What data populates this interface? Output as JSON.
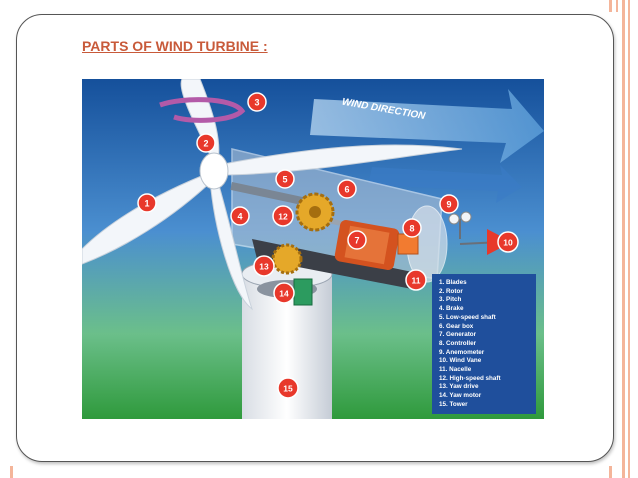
{
  "slide": {
    "title": "PARTS OF WIND TURBINE :"
  },
  "diagram": {
    "wind_arrow_text": "WIND DIRECTION",
    "callouts": [
      "1",
      "2",
      "3",
      "4",
      "5",
      "6",
      "7",
      "8",
      "9",
      "10",
      "11",
      "12",
      "13",
      "14",
      "15"
    ],
    "legend": [
      "1. Blades",
      "2. Rotor",
      "3. Pitch",
      "4. Brake",
      "5. Low-speed shaft",
      "6. Gear box",
      "7. Generator",
      "8. Controller",
      "9. Anemometer",
      "10. Wind Vane",
      "11. Nacelle",
      "12. High-speed shaft",
      "13. Yaw drive",
      "14. Yaw motor",
      "15. Tower"
    ]
  },
  "colors": {
    "accent": "#c85a3a",
    "callout_red": "#e8382b",
    "legend_bg": "#1f4f9c",
    "sky": "#1d5ea8",
    "ground": "#3fa34a"
  }
}
